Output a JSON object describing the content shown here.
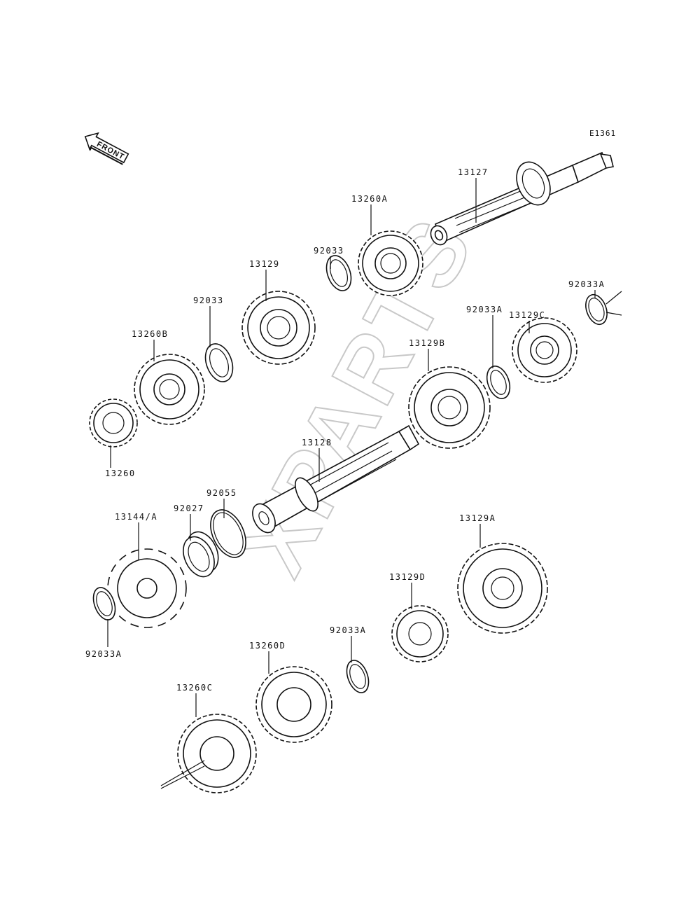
{
  "diagram": {
    "code": "E1361",
    "front_label": "FRONT",
    "watermark": "XPARTS",
    "parts": [
      {
        "id": "p13127",
        "label": "13127"
      },
      {
        "id": "p13260A",
        "label": "13260A"
      },
      {
        "id": "p92033_top",
        "label": "92033"
      },
      {
        "id": "p13129",
        "label": "13129"
      },
      {
        "id": "p92033_mid",
        "label": "92033"
      },
      {
        "id": "p13260B",
        "label": "13260B"
      },
      {
        "id": "p13260",
        "label": "13260"
      },
      {
        "id": "p13129C",
        "label": "13129C"
      },
      {
        "id": "p92033A_r",
        "label": "92033A"
      },
      {
        "id": "p92033A_c",
        "label": "92033A"
      },
      {
        "id": "p13129B",
        "label": "13129B"
      },
      {
        "id": "p13128",
        "label": "13128"
      },
      {
        "id": "p92055",
        "label": "92055"
      },
      {
        "id": "p92027",
        "label": "92027"
      },
      {
        "id": "p13144A",
        "label": "13144/A"
      },
      {
        "id": "p92033A_l",
        "label": "92033A"
      },
      {
        "id": "p13129A",
        "label": "13129A"
      },
      {
        "id": "p13129D",
        "label": "13129D"
      },
      {
        "id": "p92033A_b",
        "label": "92033A"
      },
      {
        "id": "p13260D",
        "label": "13260D"
      },
      {
        "id": "p13260C",
        "label": "13260C"
      }
    ]
  }
}
